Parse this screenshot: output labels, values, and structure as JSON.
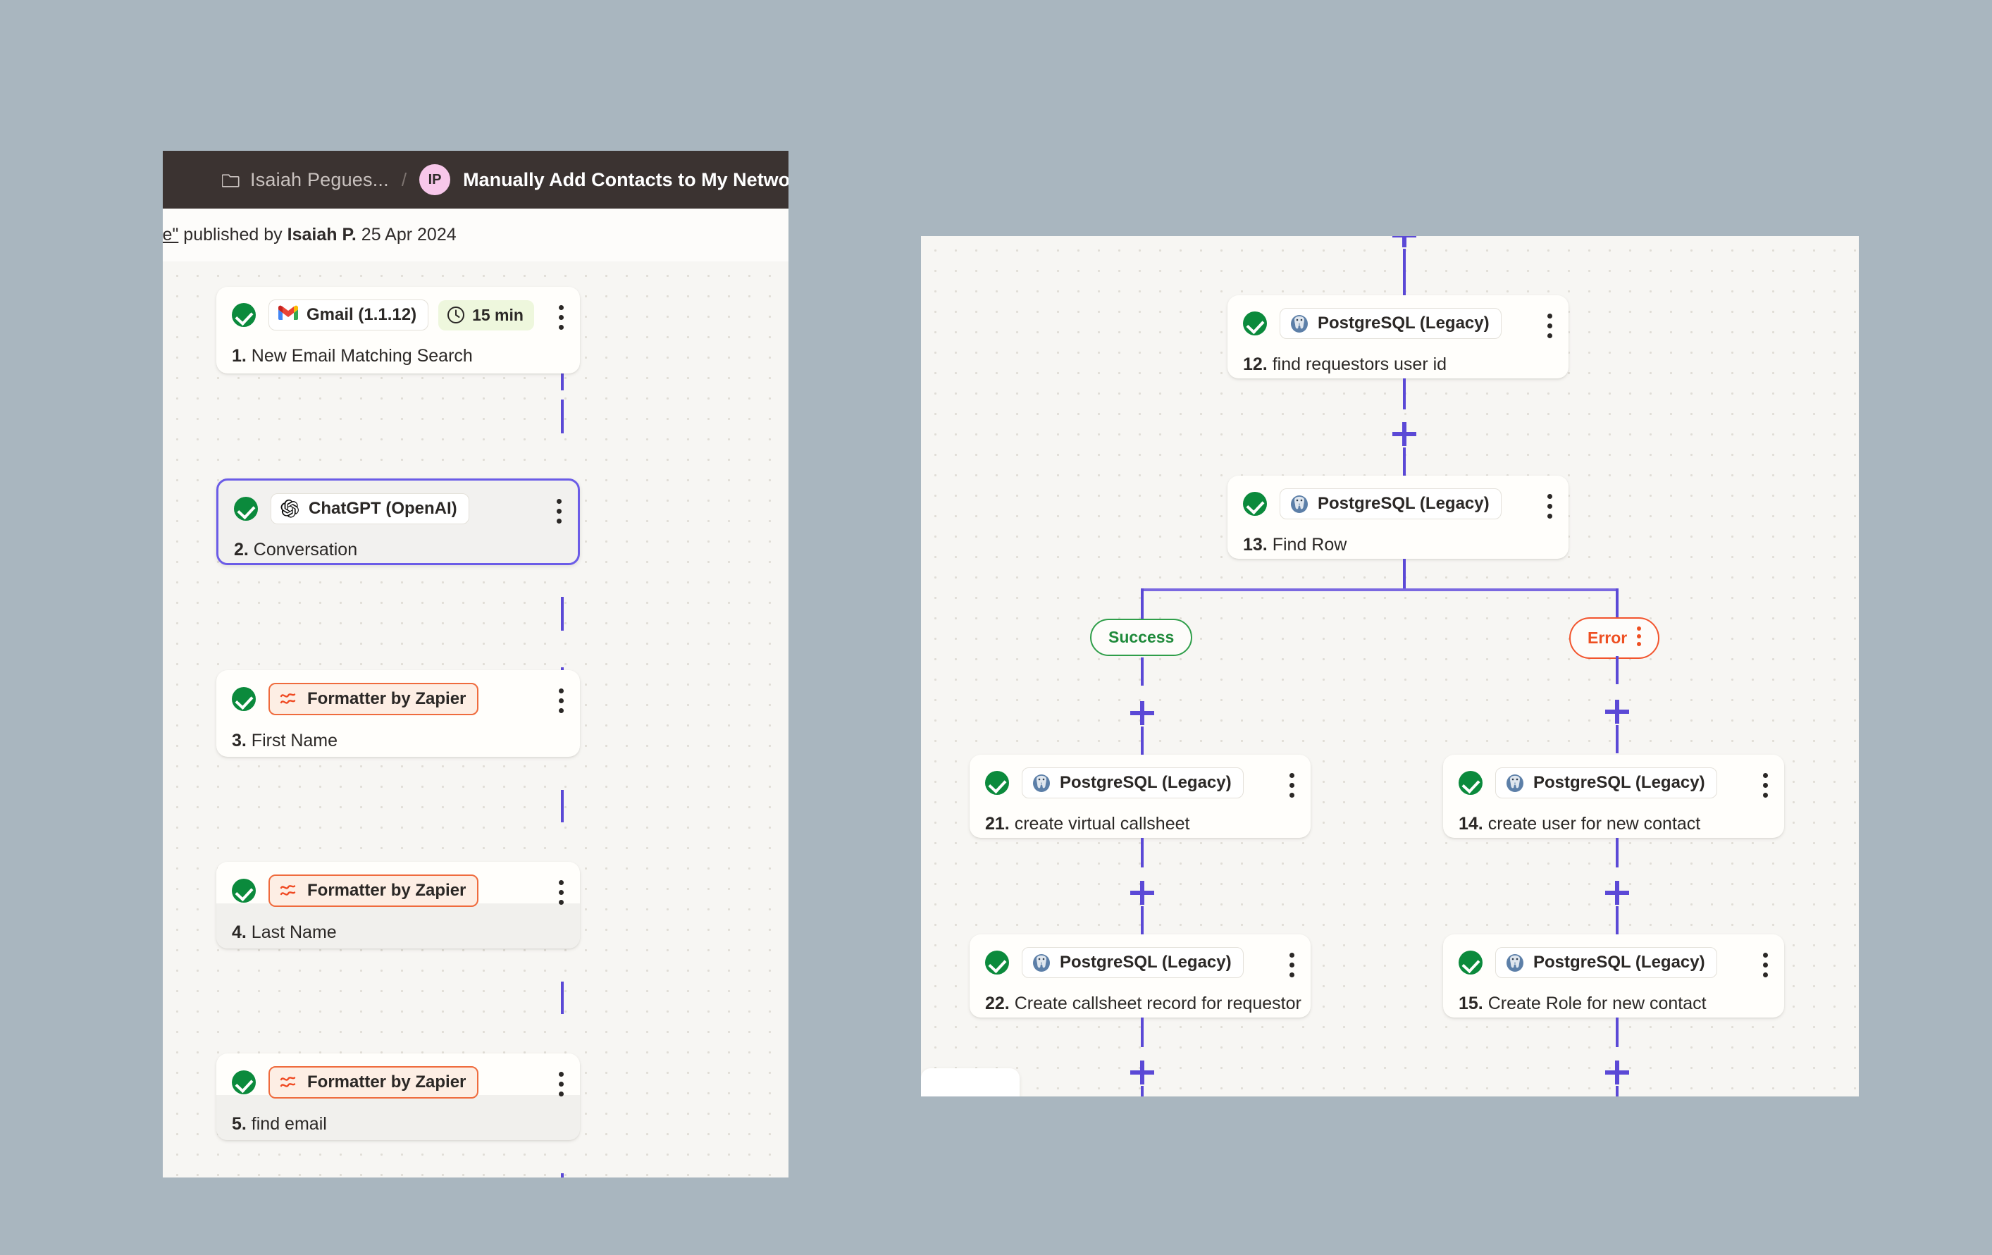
{
  "left_panel": {
    "header": {
      "folder_icon": "folder-icon",
      "breadcrumb": "Isaiah Pegues...",
      "separator": "/",
      "avatar_initials": "IP",
      "title": "Manually Add Contacts to My Network"
    },
    "subbar": {
      "prefix_fragment": "le\"",
      "published_by_label": " published by ",
      "author": "Isaiah P.",
      "date": " 25 Apr 2024"
    },
    "steps": [
      {
        "status": "success",
        "app": "Gmail (1.1.12)",
        "app_icon": "gmail-icon",
        "badge_style": "plain",
        "time_badge": "15 min",
        "time_icon": "clock-icon",
        "number": "1.",
        "title": " New Email Matching Search",
        "state": "default"
      },
      {
        "status": "success",
        "app": "ChatGPT (OpenAI)",
        "app_icon": "openai-icon",
        "badge_style": "plain",
        "time_badge": "",
        "number": "2.",
        "title": " Conversation",
        "state": "selected"
      },
      {
        "status": "success",
        "app": "Formatter by Zapier",
        "app_icon": "formatter-icon",
        "badge_style": "formatter",
        "time_badge": "",
        "number": "3.",
        "title": " First Name",
        "state": "default"
      },
      {
        "status": "success",
        "app": "Formatter by Zapier",
        "app_icon": "formatter-icon",
        "badge_style": "formatter",
        "time_badge": "",
        "number": "4.",
        "title": " Last Name",
        "state": "hovered"
      },
      {
        "status": "success",
        "app": "Formatter by Zapier",
        "app_icon": "formatter-icon",
        "badge_style": "formatter",
        "time_badge": "",
        "number": "5.",
        "title": " find email",
        "state": "hovered"
      }
    ]
  },
  "right_panel": {
    "steps": [
      {
        "status": "success",
        "app": "PostgreSQL (Legacy)",
        "app_icon": "postgresql-icon",
        "number": "12.",
        "title": " find requestors user id"
      },
      {
        "status": "success",
        "app": "PostgreSQL (Legacy)",
        "app_icon": "postgresql-icon",
        "number": "13.",
        "title": " Find Row"
      },
      {
        "status": "success",
        "app": "PostgreSQL (Legacy)",
        "app_icon": "postgresql-icon",
        "number": "21.",
        "title": " create virtual callsheet"
      },
      {
        "status": "success",
        "app": "PostgreSQL (Legacy)",
        "app_icon": "postgresql-icon",
        "number": "22.",
        "title": " Create callsheet record for requestor"
      },
      {
        "status": "success",
        "app": "PostgreSQL (Legacy)",
        "app_icon": "postgresql-icon",
        "number": "14.",
        "title": " create user for new contact"
      },
      {
        "status": "success",
        "app": "PostgreSQL (Legacy)",
        "app_icon": "postgresql-icon",
        "number": "15.",
        "title": " Create Role for new contact"
      }
    ],
    "branches": {
      "success_label": "Success",
      "error_label": "Error"
    }
  },
  "colors": {
    "page_background": "#a9b6bf",
    "canvas": "#f7f6f3",
    "header_bar": "#3b3331",
    "connector_purple": "#5b49d6",
    "success_green": "#0b8a3c",
    "branch_success": "#2f9e4a",
    "branch_error": "#ee4f22",
    "formatter_orange": "#ef6b3d",
    "selected_border": "#6b5ce7",
    "avatar_pink": "#f7c7ea"
  }
}
